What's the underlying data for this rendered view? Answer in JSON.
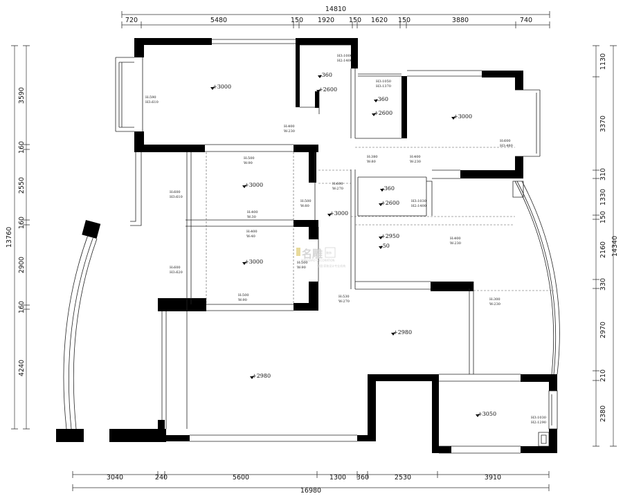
{
  "dimensions": {
    "top_total": "14810",
    "top": [
      "720",
      "5480",
      "150",
      "1920",
      "150",
      "1620",
      "150",
      "3880",
      "740"
    ],
    "bottom_total": "16980",
    "bottom": [
      "3040",
      "240",
      "5600",
      "1300",
      "360",
      "2530",
      "3910"
    ],
    "left_total": "13760",
    "left": [
      "3590",
      "160",
      "2550",
      "160",
      "2900",
      "160",
      "4240"
    ],
    "right_total": "14340",
    "right": [
      "1130",
      "3370",
      "310",
      "1330",
      "150",
      "2160",
      "330",
      "2970",
      "210",
      "2380"
    ]
  },
  "elevations": [
    "+3000",
    "-360",
    "+2600",
    "-360",
    "+2600",
    "+3000",
    "+3000",
    "+3000",
    "-360",
    "+2600",
    "+3000",
    "+2950",
    "-50",
    "+2980",
    "+2980",
    "+3050"
  ],
  "openings": [
    [
      "H:590",
      "H3:610"
    ],
    [
      "H3:1000",
      "H2:1400"
    ],
    [
      "H3:1050",
      "H3:1370"
    ],
    [
      "H:400",
      "W:230"
    ],
    [
      "H:600",
      "H3:480"
    ],
    [
      "H:500",
      "W:90"
    ],
    [
      "H:380",
      "W:80"
    ],
    [
      "H:400",
      "W:230"
    ],
    [
      "H:600",
      "H3:610"
    ],
    [
      "H:600",
      "W:270"
    ],
    [
      "H:500",
      "W:80"
    ],
    [
      "H3:1030",
      "H2:1400"
    ],
    [
      "H:400",
      "W:30"
    ],
    [
      "H:400",
      "W:40"
    ],
    [
      "H:400",
      "W:230"
    ],
    [
      "H:600",
      "H3:620"
    ],
    [
      "H:500",
      "W:90"
    ],
    [
      "H:500",
      "W:90"
    ],
    [
      "H:530",
      "W:270"
    ],
    [
      "H:300",
      "W:230"
    ],
    [
      "H3:1030",
      "H2:1290"
    ]
  ],
  "watermark": {
    "title": "名雕",
    "badge": "装饰",
    "subtitle_en": "MINGDIAO DECORATION",
    "subtitle_cn": "中国·家装设计专业机构"
  }
}
